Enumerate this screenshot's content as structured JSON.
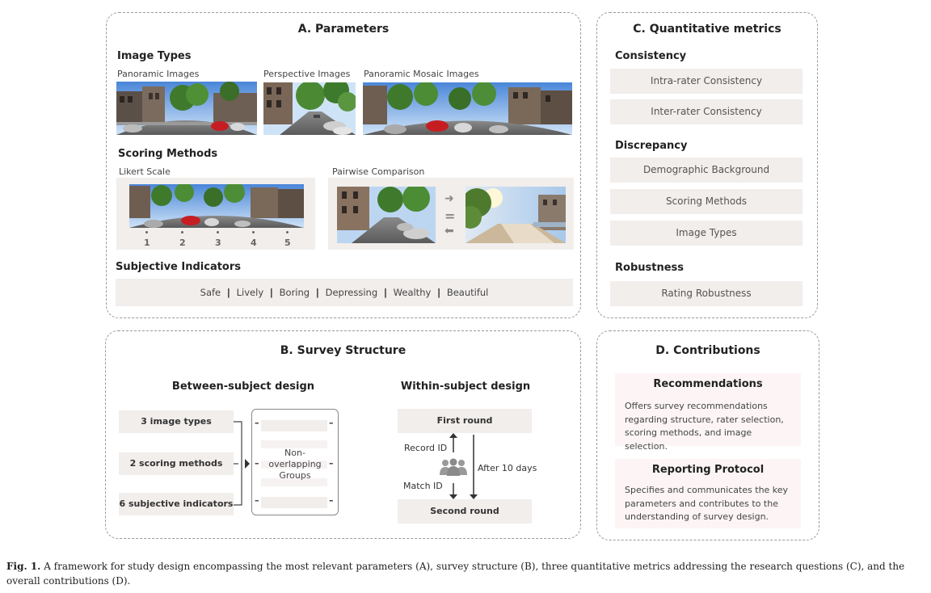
{
  "panel_a": {
    "title": "A. Parameters",
    "image_types": {
      "heading": "Image Types",
      "labels": [
        "Panoramic Images",
        "Perspective Images",
        "Panoramic Mosaic Images"
      ]
    },
    "scoring": {
      "heading": "Scoring Methods",
      "likert_label": "Likert Scale",
      "likert_points": [
        "1",
        "2",
        "3",
        "4",
        "5"
      ],
      "pairwise_label": "Pairwise Comparison",
      "pairwise_symbols": [
        "➜",
        "=",
        "⬅"
      ]
    },
    "indicators": {
      "heading": "Subjective Indicators",
      "items": [
        "Safe",
        "Lively",
        "Boring",
        "Depressing",
        "Wealthy",
        "Beautiful"
      ],
      "separator": "|"
    }
  },
  "panel_b": {
    "title": "B. Survey Structure",
    "between": {
      "heading": "Between-subject design",
      "items": [
        "3 image types",
        "2 scoring methods",
        "6 subjective indicators"
      ],
      "groups_label": [
        "Non-",
        "overlapping",
        "Groups"
      ]
    },
    "within": {
      "heading": "Within-subject design",
      "first_round": "First round",
      "second_round": "Second round",
      "record_id": "Record ID",
      "match_id": "Match ID",
      "after_days": "After 10 days"
    }
  },
  "panel_c": {
    "title": "C. Quantitative metrics",
    "consistency": {
      "heading": "Consistency",
      "items": [
        "Intra-rater Consistency",
        "Inter-rater Consistency"
      ]
    },
    "discrepancy": {
      "heading": "Discrepancy",
      "items": [
        "Demographic Background",
        "Scoring Methods",
        "Image Types"
      ]
    },
    "robustness": {
      "heading": "Robustness",
      "items": [
        "Rating Robustness"
      ]
    }
  },
  "panel_d": {
    "title": "D. Contributions",
    "recommendations": {
      "heading": "Recommendations",
      "lines": [
        "Offers survey recommendations",
        "regarding structure, rater selection,",
        "scoring methods, and image selection."
      ]
    },
    "protocol": {
      "heading": "Reporting Protocol",
      "lines": [
        "Specifies and communicates the key",
        "parameters and contributes to the",
        "understanding of survey design."
      ]
    }
  },
  "caption": {
    "label": "Fig. 1.",
    "text": "A framework for study design encompassing the most relevant parameters (A), survey structure (B), three quantitative metrics addressing the research questions (C), and the overall contributions (D)."
  },
  "colors": {
    "box_fill": "#f1eeec",
    "pink_fill": "#fdf5f5",
    "panel_border": "#9a9a9a"
  }
}
